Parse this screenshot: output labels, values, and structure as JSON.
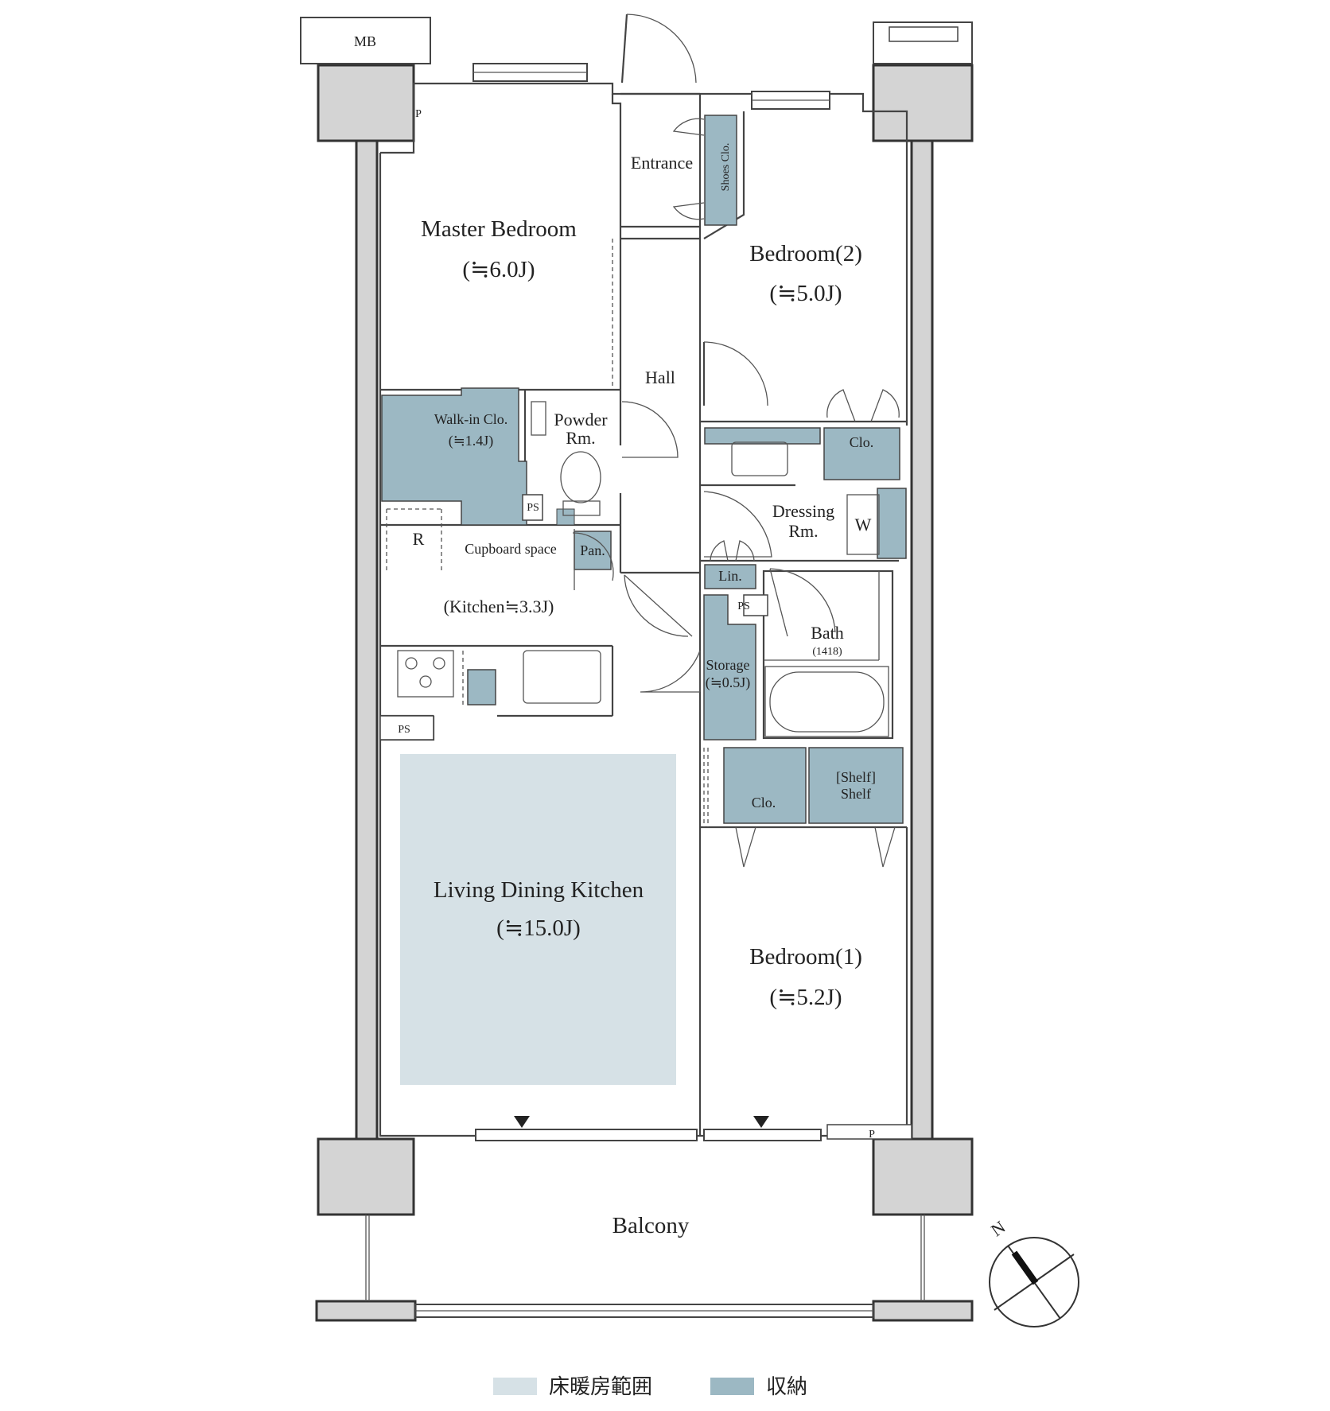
{
  "rooms": {
    "mb": "MB",
    "p_top": "P",
    "p_bottom": "P",
    "entrance": "Entrance",
    "shoes_clo": "Shoes Clo.",
    "master_bedroom": "Master Bedroom",
    "master_bedroom_size": "(≒6.0J)",
    "bedroom2": "Bedroom(2)",
    "bedroom2_size": "(≒5.0J)",
    "hall": "Hall",
    "walkin_clo": "Walk-in Clo.",
    "walkin_clo_size": "(≒1.4J)",
    "powder_rm_1": "Powder",
    "powder_rm_2": "Rm.",
    "ps_powder": "PS",
    "clo_bed2": "Clo.",
    "dressing_rm_1": "Dressing",
    "dressing_rm_2": "Rm.",
    "w": "W",
    "r": "R",
    "cupboard_space": "Cupboard space",
    "pan": "Pan.",
    "lin": "Lin.",
    "ps_storage": "PS",
    "kitchen": "(Kitchen≒3.3J)",
    "bath": "Bath",
    "bath_size": "(1418)",
    "storage": "Storage",
    "storage_size": "(≒0.5J)",
    "ps_kitchen": "PS",
    "clo_bed1": "Clo.",
    "shelf_1": "[Shelf]",
    "shelf_2": "Shelf",
    "ldk": "Living Dining Kitchen",
    "ldk_size": "(≒15.0J)",
    "bedroom1": "Bedroom(1)",
    "bedroom1_size": "(≒5.2J)",
    "balcony": "Balcony"
  },
  "compass": {
    "label": "N"
  },
  "legend": {
    "floor_heating": "床暖房範囲",
    "storage": "収納"
  },
  "colors": {
    "floor_heating": "#d6e1e6",
    "storage": "#9cb8c3",
    "wall": "#d4d4d4"
  }
}
